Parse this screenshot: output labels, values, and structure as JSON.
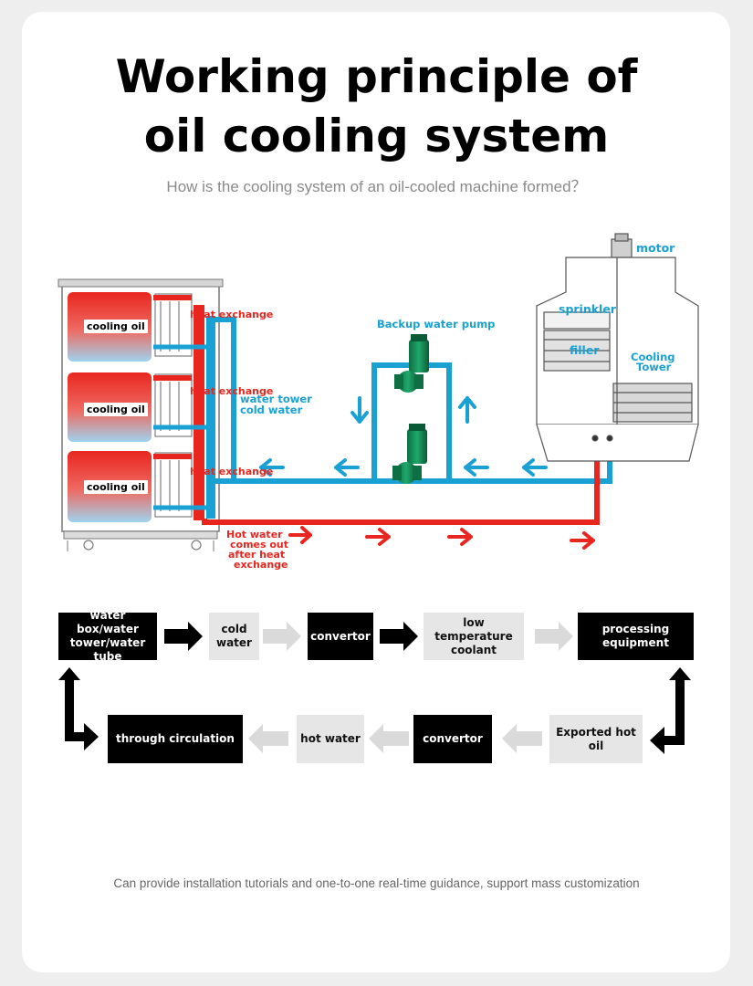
{
  "title": {
    "line1": "Working principle of",
    "line2": "oil cooling system"
  },
  "subtitle": "How is the cooling system of an oil-cooled machine formed？",
  "diagram": {
    "cabinet_labels": [
      "cooling oil",
      "cooling oil",
      "cooling oil"
    ],
    "heat_exchange_labels": [
      "heat exchange",
      "heat exchange",
      "heat exchange"
    ],
    "water_tower_label": [
      "water tower",
      "cold water"
    ],
    "pump_label": "Backup water pump",
    "tower_labels": {
      "motor": "motor",
      "sprinkler": "sprinkler",
      "filler": "filler",
      "cooling_tower": [
        "Cooling",
        "Tower"
      ]
    },
    "hot_water_label": [
      "Hot water",
      "comes out",
      "after heat",
      "exchange"
    ],
    "colors": {
      "hot": "#e8261f",
      "cold": "#1aa1d4"
    }
  },
  "flow": {
    "top_row": [
      "water box/water tower/water tube",
      "cold water",
      "convertor",
      "low temperature coolant",
      "processing equipment"
    ],
    "bottom_row": [
      "through circulation",
      "hot water",
      "convertor",
      "Exported hot oil"
    ]
  },
  "footer": "Can provide installation tutorials and one-to-one real-time guidance, support mass customization"
}
